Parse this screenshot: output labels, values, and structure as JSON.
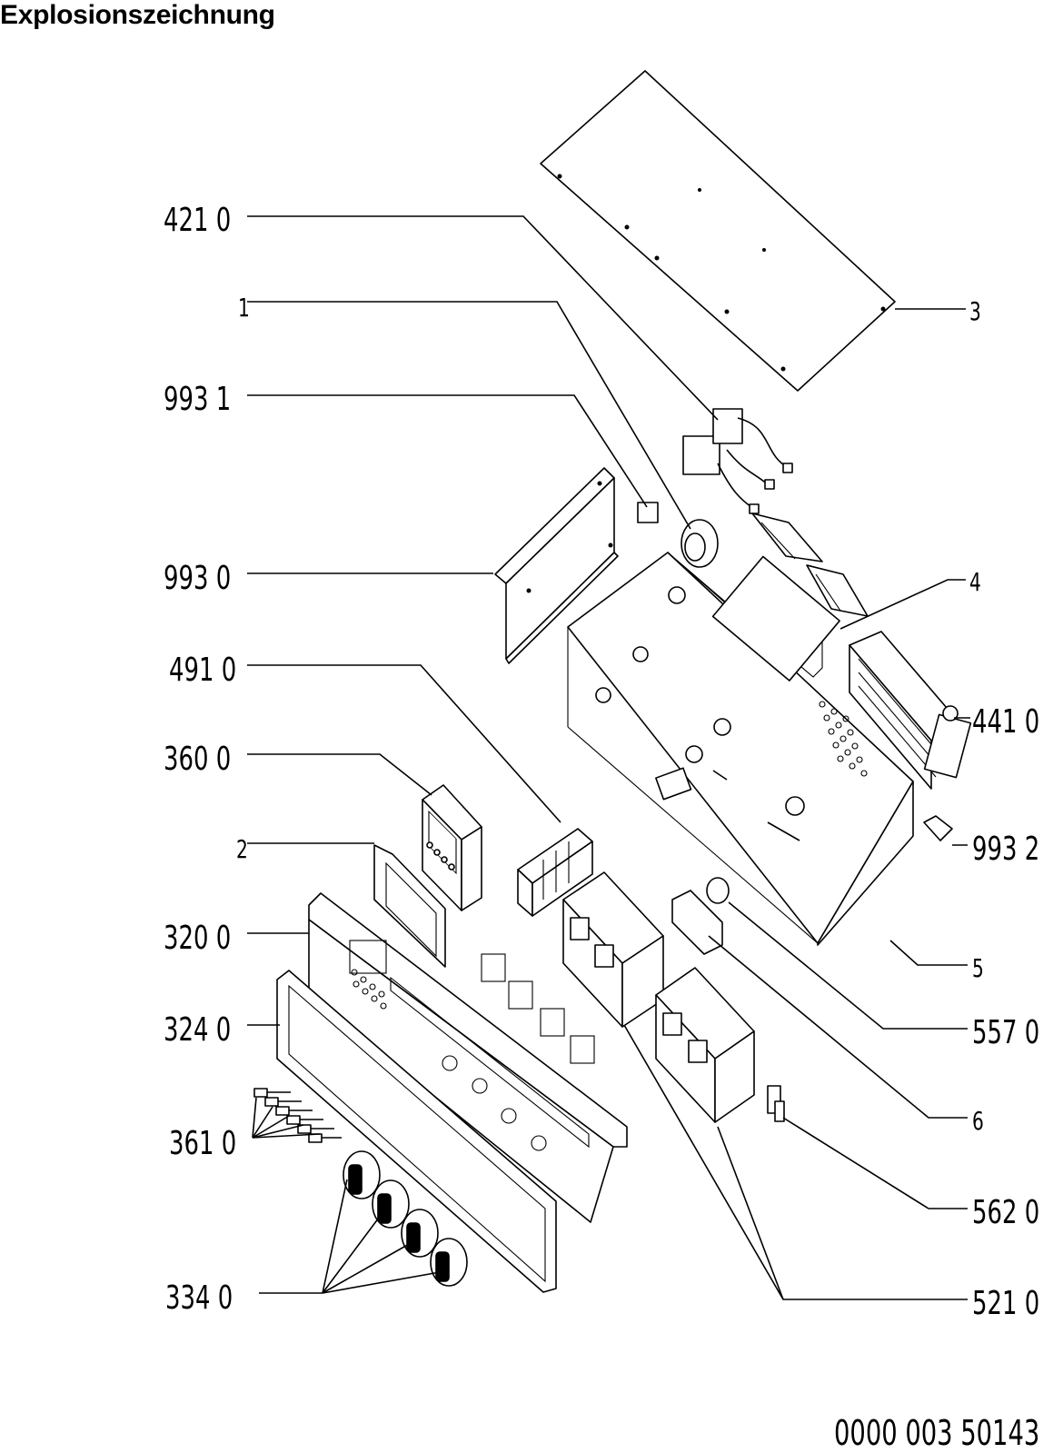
{
  "title": "Explosionszeichnung",
  "footer_code": "0000 003 50143",
  "callouts": {
    "c4210": "421 0",
    "c1": "1",
    "c9931": "993 1",
    "c9930": "993 0",
    "c4910": "491 0",
    "c3600": "360 0",
    "c2": "2",
    "c3200": "320 0",
    "c3240": "324 0",
    "c3610": "361 0",
    "c3340": "334 0",
    "c3": "3",
    "c4": "4",
    "c4410": "441 0",
    "c9932": "993 2",
    "c5": "5",
    "c5570": "557 0",
    "c6": "6",
    "c5620": "562 0",
    "c5210": "521 0"
  }
}
